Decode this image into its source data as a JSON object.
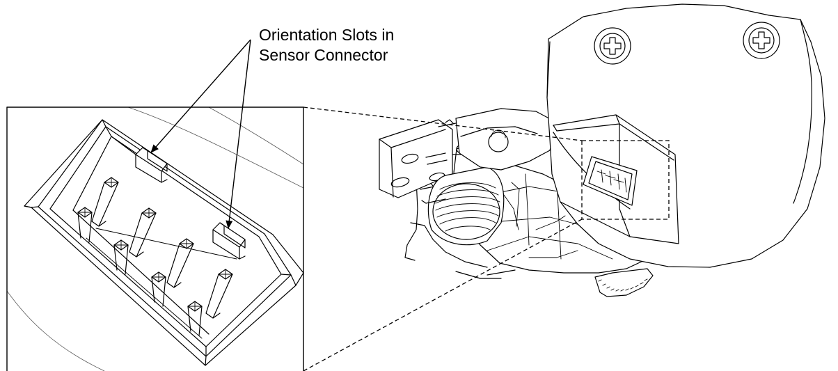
{
  "callout": {
    "line1": "Orientation Slots in",
    "line2": "Sensor Connector"
  },
  "figure_parts": [
    {
      "name": "detail-inset-frame"
    },
    {
      "name": "sensor-connector-detail"
    },
    {
      "name": "orientation-slot-upper"
    },
    {
      "name": "orientation-slot-lower"
    },
    {
      "name": "connector-pins"
    },
    {
      "name": "sensor-assembly"
    },
    {
      "name": "sensor-housing"
    },
    {
      "name": "mounting-screw-left"
    },
    {
      "name": "mounting-screw-right"
    },
    {
      "name": "mounting-bracket"
    },
    {
      "name": "spring-shaft"
    },
    {
      "name": "gear-wheel"
    },
    {
      "name": "connector-location-box"
    },
    {
      "name": "zoom-guide-lines"
    },
    {
      "name": "callout-arrows"
    }
  ]
}
